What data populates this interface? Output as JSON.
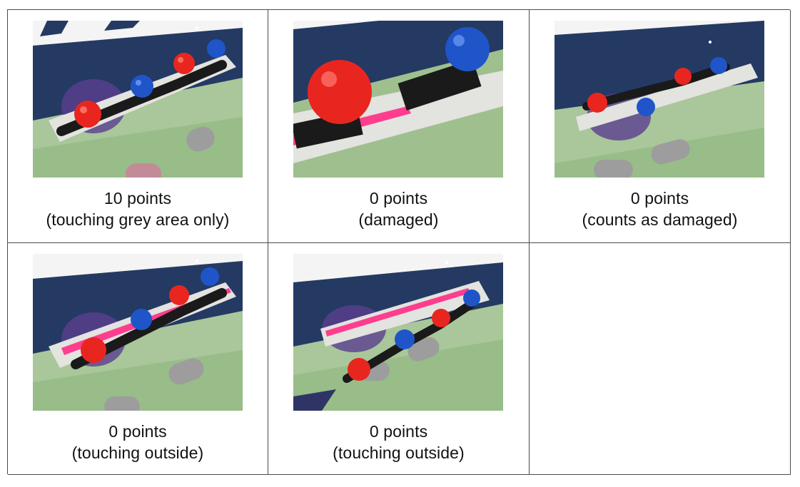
{
  "cells": [
    {
      "points": "10 points",
      "note": "(touching grey area only)",
      "photo": {
        "icon": "mission-model-photo",
        "pink_line": "none",
        "variant": "normal"
      }
    },
    {
      "points": "0 points",
      "note": "(damaged)",
      "photo": {
        "icon": "mission-model-photo",
        "pink_line": "under-model",
        "variant": "closeup-broken"
      }
    },
    {
      "points": "0 points",
      "note": "(counts as damaged)",
      "photo": {
        "icon": "mission-model-photo",
        "pink_line": "none",
        "variant": "ball-displaced"
      }
    },
    {
      "points": "0 points",
      "note": "(touching outside)",
      "photo": {
        "icon": "mission-model-photo",
        "pink_line": "under-model",
        "variant": "normal"
      }
    },
    {
      "points": "0 points",
      "note": "(touching outside)",
      "photo": {
        "icon": "mission-model-photo",
        "pink_line": "behind-model",
        "variant": "shifted-down"
      }
    }
  ],
  "colors": {
    "mat_dark_blue": "#243a63",
    "mat_green": "#a9c79a",
    "grey_area": "#e3e3e0",
    "pink_line": "#ff3d8e",
    "red_ball": "#e8261f",
    "blue_ball": "#1f55c9",
    "grid_border": "#4a4a4a"
  }
}
